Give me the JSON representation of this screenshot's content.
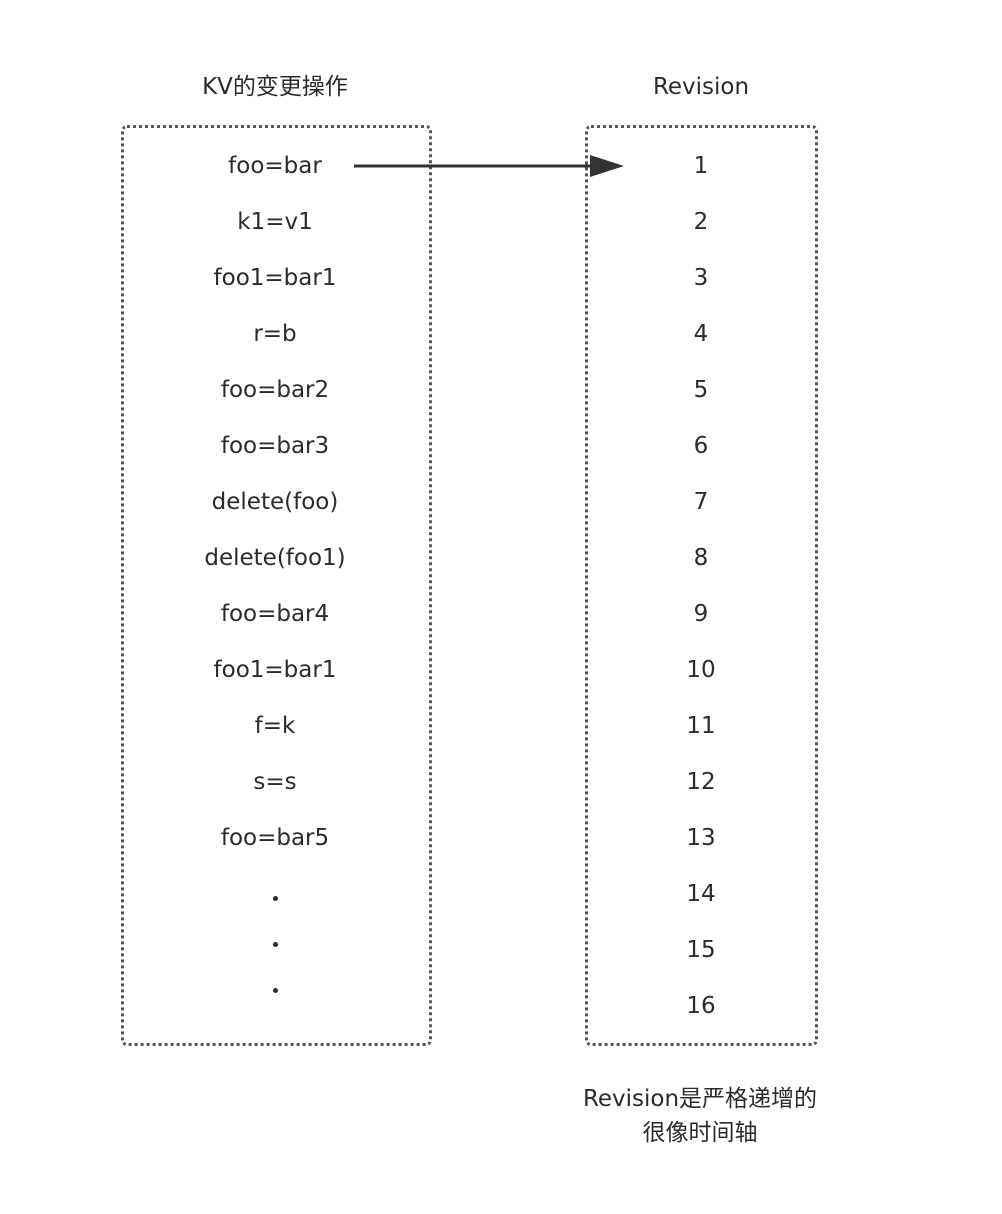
{
  "headers": {
    "operations": "KV的变更操作",
    "revision": "Revision"
  },
  "operations": [
    "foo=bar",
    "k1=v1",
    "foo1=bar1",
    "r=b",
    "foo=bar2",
    "foo=bar3",
    "delete(foo)",
    "delete(foo1)",
    "foo=bar4",
    "foo1=bar1",
    "f=k",
    "s=s",
    "foo=bar5"
  ],
  "ellipsis_dots": 3,
  "revisions": [
    "1",
    "2",
    "3",
    "4",
    "5",
    "6",
    "7",
    "8",
    "9",
    "10",
    "11",
    "12",
    "13",
    "14",
    "15",
    "16"
  ],
  "arrow": {
    "from": "foo=bar",
    "to": "1"
  },
  "caption": {
    "line1": "Revision是严格递增的",
    "line2": "很像时间轴"
  },
  "colors": {
    "text": "#2b2b2b",
    "border": "#555555",
    "arrow": "#333333"
  }
}
